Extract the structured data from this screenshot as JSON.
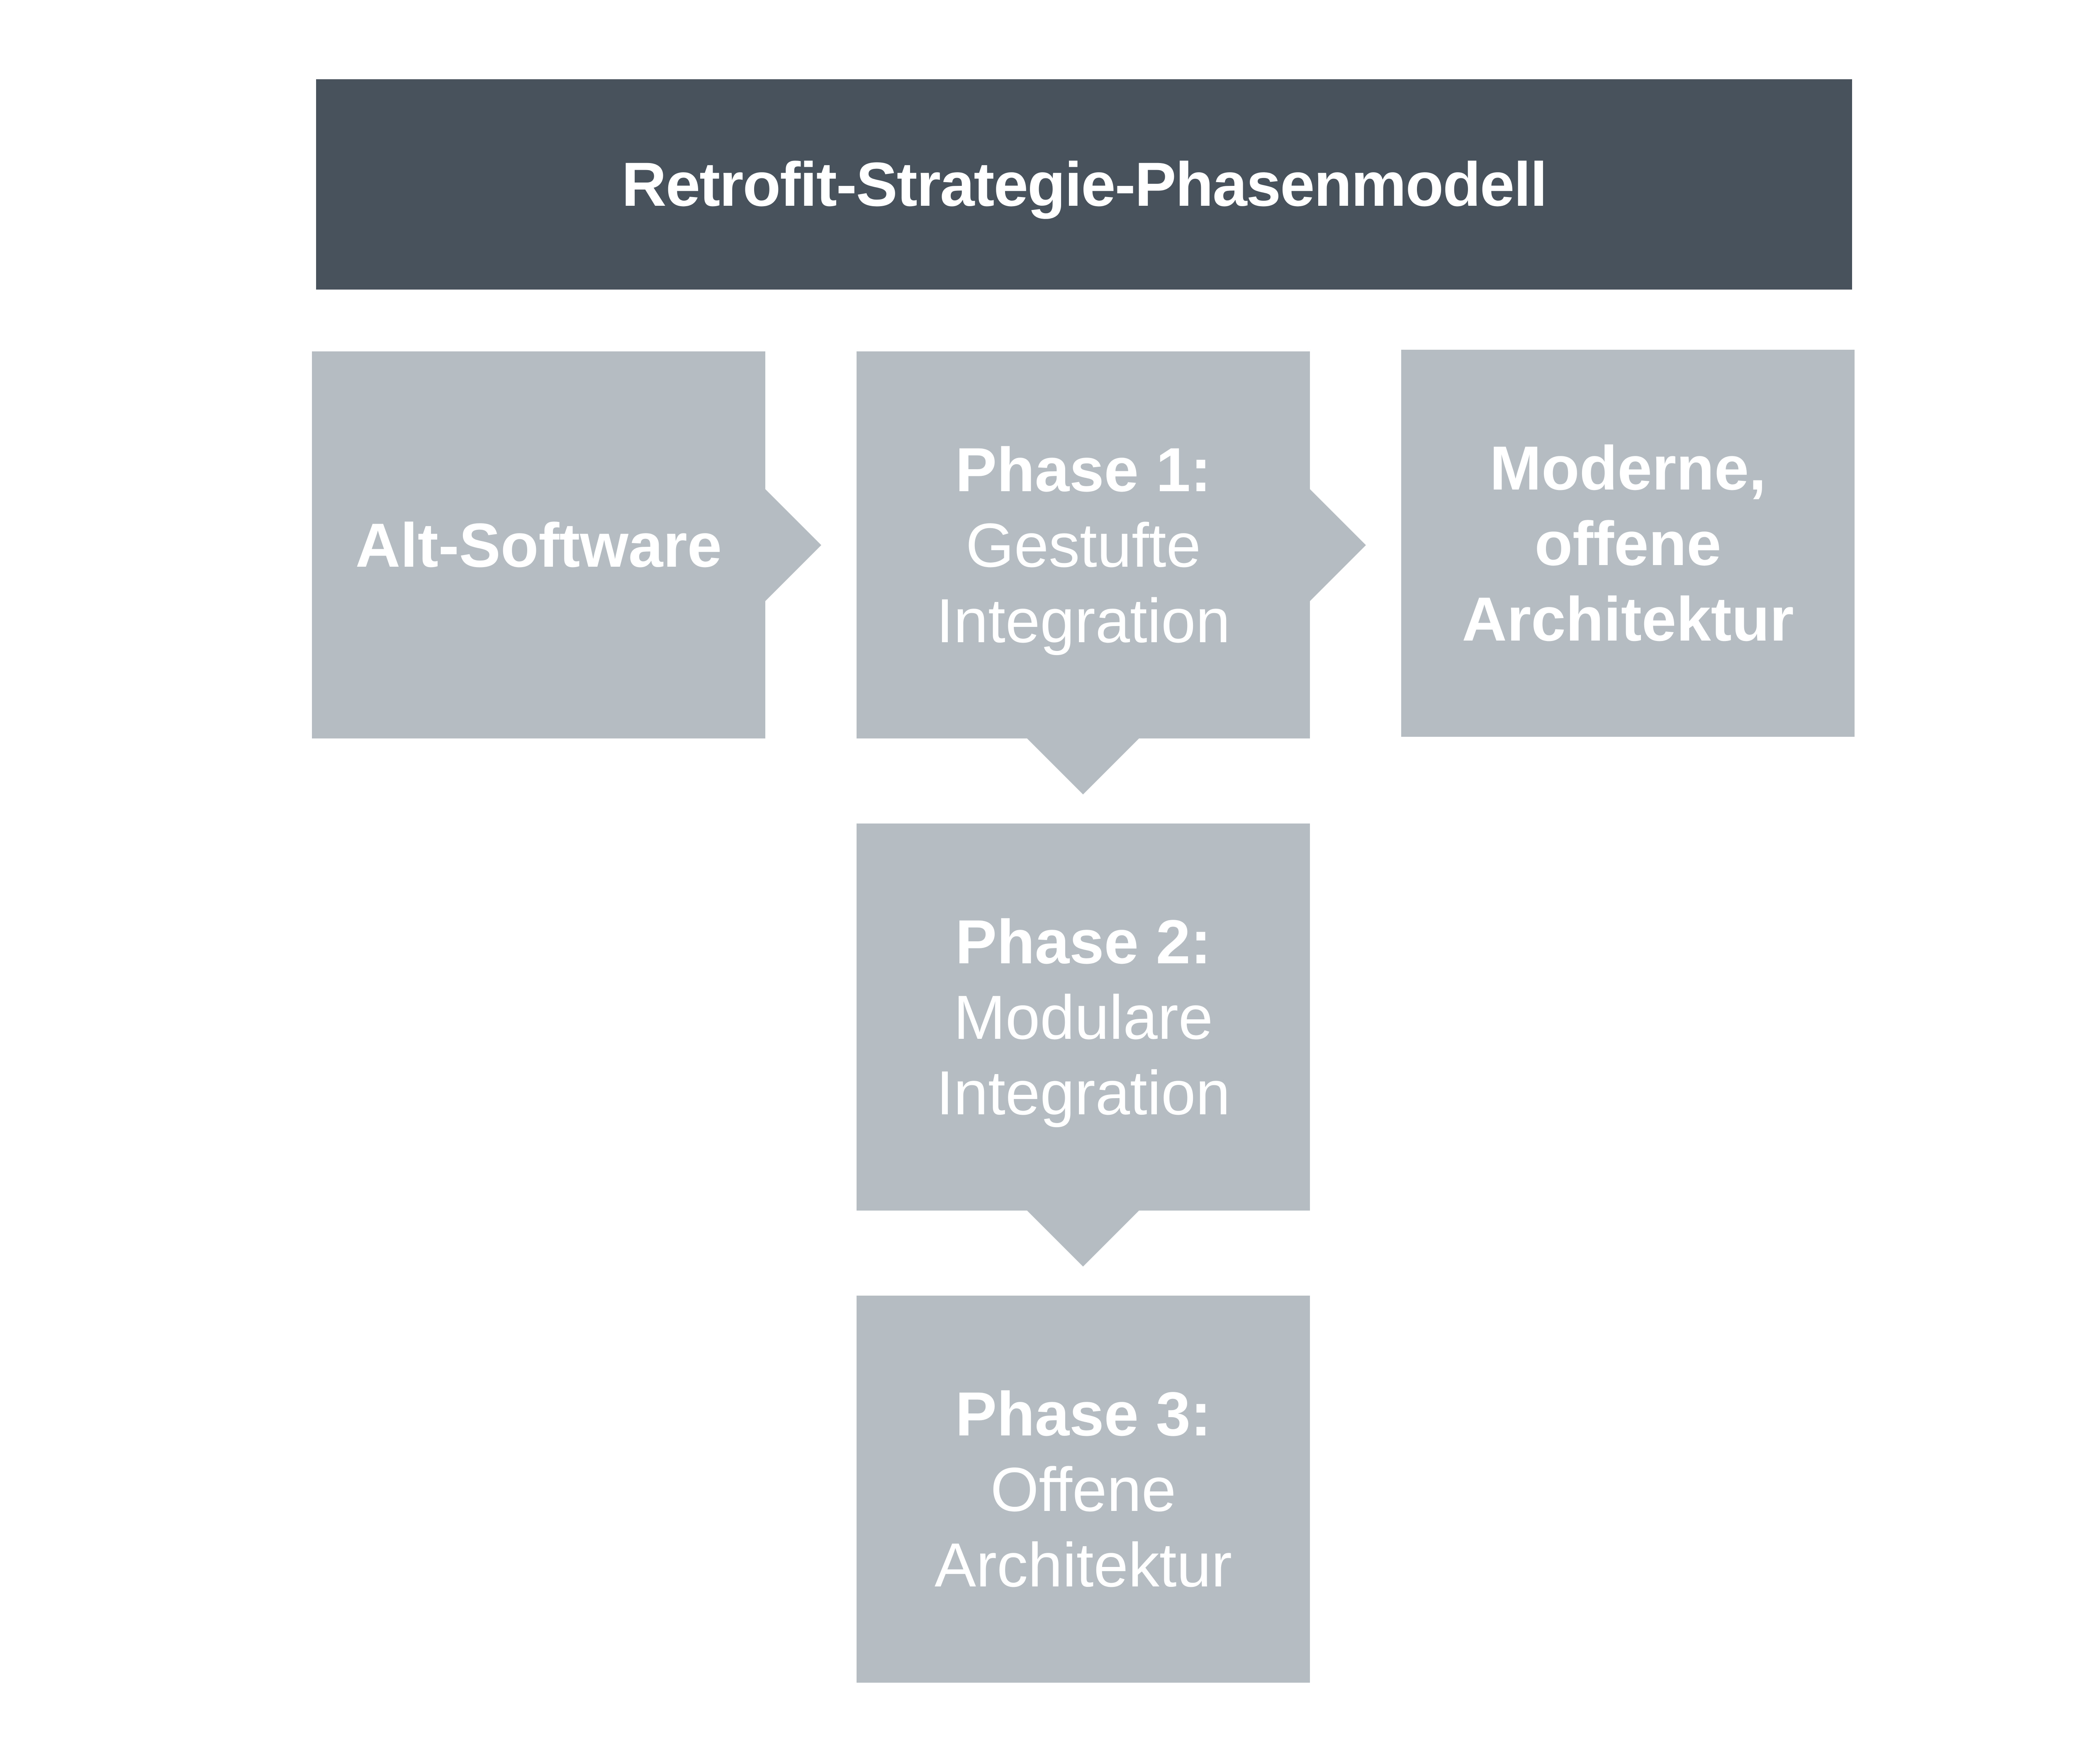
{
  "diagram": {
    "title": "Retrofit-Strategie-Phasenmodell",
    "boxes": {
      "alt_software": {
        "lines": [
          "Alt-Software"
        ]
      },
      "phase1": {
        "heading": "Phase 1:",
        "lines": [
          "Gestufte",
          "Integration"
        ]
      },
      "moderne": {
        "lines": [
          "Moderne,",
          "offene",
          "Architektur"
        ]
      },
      "phase2": {
        "heading": "Phase 2:",
        "lines": [
          "Modulare",
          "Integration"
        ]
      },
      "phase3": {
        "heading": "Phase 3:",
        "lines": [
          "Offene",
          "Architektur"
        ]
      }
    },
    "colors": {
      "header_bg": "#47525c",
      "box_bg": "#b5bdc2",
      "text": "#ffffff"
    }
  }
}
